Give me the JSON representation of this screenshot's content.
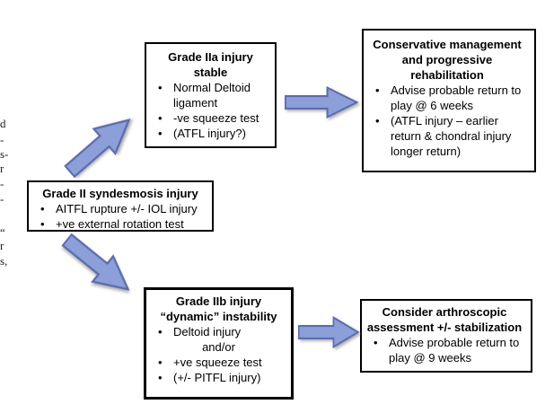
{
  "ui": {
    "bullet_char": "•"
  },
  "colors": {
    "background": "#ffffff",
    "box_border": "#000000",
    "text": "#000000",
    "arrow_fill": "#8C9FD8",
    "arrow_stroke": "#5B6CAE"
  },
  "edge_fragments": [
    {
      "text": "d"
    },
    {
      "text": "-"
    },
    {
      "text": "s-"
    },
    {
      "text": "r"
    },
    {
      "text": "-"
    },
    {
      "text": "-"
    },
    {
      "text": "“"
    },
    {
      "text": "r"
    },
    {
      "text": "s,"
    }
  ],
  "boxes": {
    "grade2": {
      "title_lines": [
        "Grade II syndesmosis injury"
      ],
      "bullets": [
        "AITFL rupture +/- IOL injury",
        "+ve external rotation test"
      ]
    },
    "grade2a": {
      "title_lines": [
        "Grade IIa injury",
        "stable"
      ],
      "bullets": [
        "Normal Deltoid ligament",
        "-ve squeeze test",
        "(ATFL injury?)"
      ]
    },
    "conservative": {
      "title_lines": [
        "Conservative management",
        "and progressive",
        "rehabilitation"
      ],
      "bullets": [
        "Advise probable return to play @ 6 weeks",
        "(ATFL injury – earlier return & chondral injury longer return)"
      ]
    },
    "grade2b": {
      "title_lines": [
        "Grade IIb injury",
        "“dynamic” instability"
      ],
      "bullet_first": "Deltoid injury",
      "and_or_line": "and/or",
      "bullets_rest": [
        "+ve squeeze test",
        "(+/- PITFL injury)"
      ]
    },
    "arthro": {
      "title_lines": [
        "Consider arthroscopic",
        "assessment +/- stabilization"
      ],
      "bullets": [
        "Advise probable return to play @ 9 weeks"
      ]
    }
  }
}
